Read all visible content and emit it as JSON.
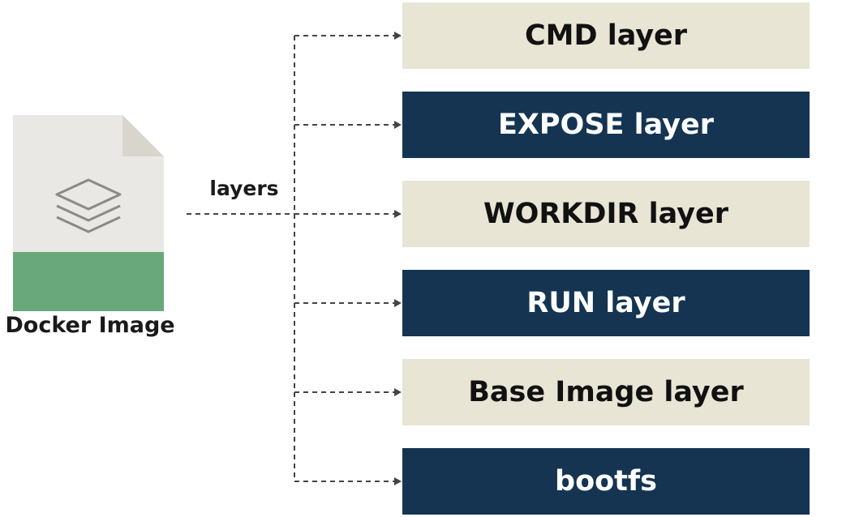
{
  "diagram": {
    "source": {
      "label": "Docker Image",
      "icon": "layers-stack-icon",
      "file_color": "#e9e8e4",
      "band_color": "#69a87a"
    },
    "connector_label": "layers",
    "layers": [
      {
        "label": "CMD layer",
        "style": "light"
      },
      {
        "label": "EXPOSE layer",
        "style": "dark"
      },
      {
        "label": "WORKDIR layer",
        "style": "light"
      },
      {
        "label": "RUN layer",
        "style": "dark"
      },
      {
        "label": "Base Image layer",
        "style": "light"
      },
      {
        "label": "bootfs",
        "style": "dark"
      }
    ],
    "colors": {
      "light_box": "#e8e5d5",
      "dark_box": "#143452",
      "connector": "#444444"
    }
  }
}
